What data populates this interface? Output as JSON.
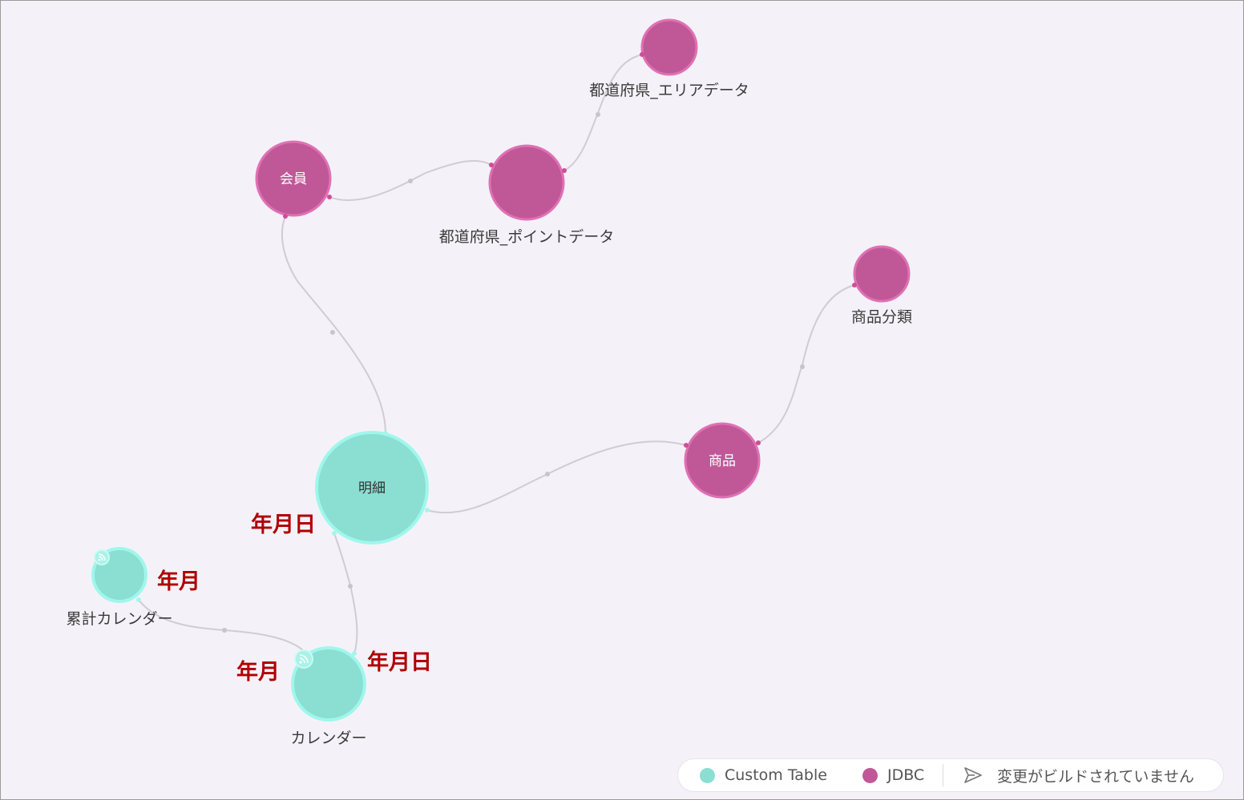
{
  "colors": {
    "jdbc": "#c05897",
    "custom_table": "#8bded2",
    "annotation": "#b00000",
    "edge": "#cfcdd3"
  },
  "nodes": {
    "kaiin": {
      "label": "会員",
      "type": "JDBC"
    },
    "todofuken_point": {
      "label": "都道府県_ポイントデータ",
      "type": "JDBC"
    },
    "todofuken_area": {
      "label": "都道府県_エリアデータ",
      "type": "JDBC"
    },
    "shohin_bunrui": {
      "label": "商品分類",
      "type": "JDBC"
    },
    "shohin": {
      "label": "商品",
      "type": "JDBC"
    },
    "meisai": {
      "label": "明細",
      "type": "Custom Table"
    },
    "ruikei_calendar": {
      "label": "累計カレンダー",
      "type": "Custom Table"
    },
    "calendar": {
      "label": "カレンダー",
      "type": "Custom Table"
    }
  },
  "annotations": {
    "meisai_key": "年月日",
    "ruikei_key": "年月",
    "calendar_left_key": "年月",
    "calendar_right_key": "年月日"
  },
  "legend": {
    "custom_table": "Custom Table",
    "jdbc": "JDBC",
    "status": "変更がビルドされていません",
    "status_icon": "send-icon"
  }
}
